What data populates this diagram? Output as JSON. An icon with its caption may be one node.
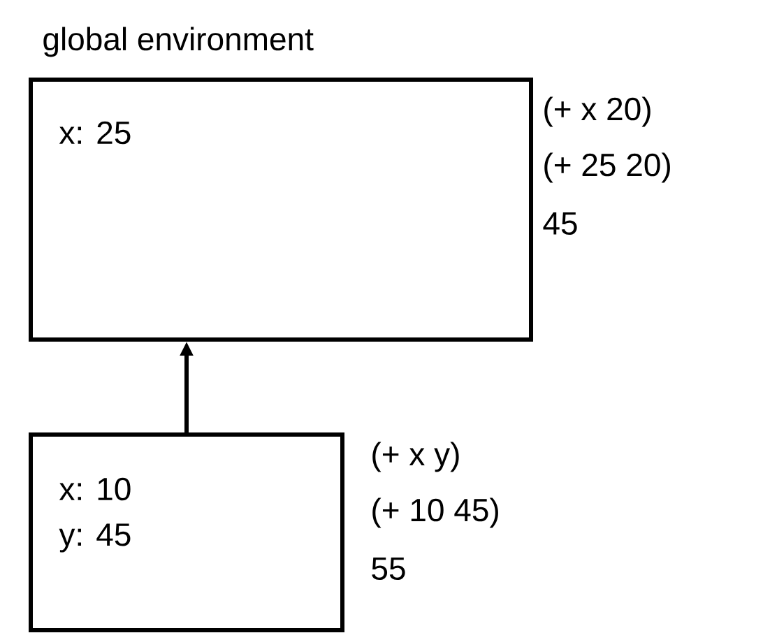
{
  "diagram": {
    "nodes": [
      {
        "text": [
          "global environment",
          "x: 25"
        ],
        "beside": [
          "(+ x 20)",
          "(+ 25 20)",
          "45"
        ]
      },
      {
        "text": [
          "x: 10",
          "y: 45"
        ],
        "beside": [
          "(+ x y)",
          "(+ 10 45)",
          "55"
        ]
      }
    ],
    "edges": [
      {
        "from": 1,
        "to": 0,
        "arrow": "to"
      }
    ]
  }
}
